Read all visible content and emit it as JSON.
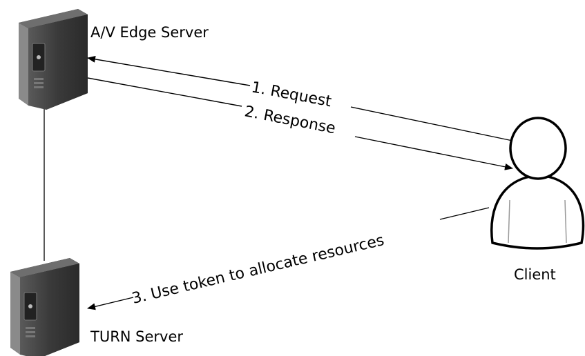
{
  "nodes": {
    "edge_server": {
      "label": "A/V Edge Server",
      "icon": "server-tower-icon"
    },
    "turn_server": {
      "label": "TURN Server",
      "icon": "server-tower-icon"
    },
    "client": {
      "label": "Client",
      "icon": "user-person-icon"
    }
  },
  "flows": [
    {
      "label": "1. Request",
      "from": "client",
      "to": "edge_server"
    },
    {
      "label": "2. Response",
      "from": "edge_server",
      "to": "client"
    },
    {
      "label": "3. Use token to allocate resources",
      "from": "client",
      "to": "turn_server"
    }
  ],
  "colors": {
    "server_body": "#3b3b3b",
    "server_side": "#1a1a1a",
    "server_highlight": "#8a8a8a",
    "line": "#000000",
    "person_fill": "#ffffff"
  }
}
